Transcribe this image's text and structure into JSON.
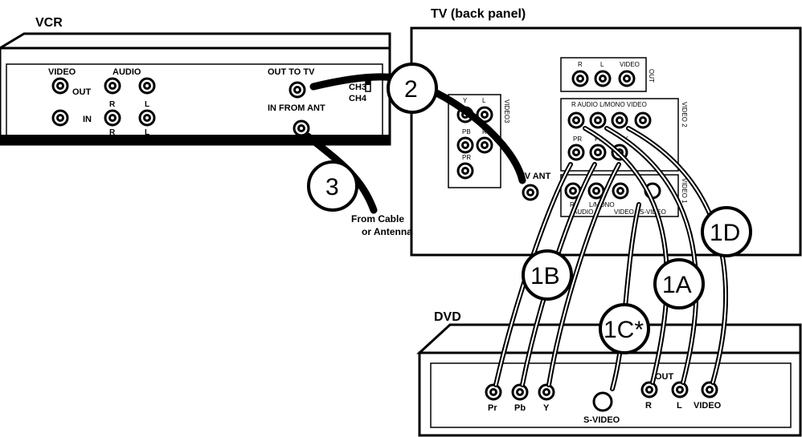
{
  "devices": {
    "vcr": {
      "title": "VCR",
      "video": "VIDEO",
      "audio": "AUDIO",
      "out": "OUT",
      "in": "IN",
      "r_top": "R",
      "l_top": "L",
      "r_bottom": "R",
      "l_bottom": "L",
      "out_to_tv": "OUT TO TV",
      "in_from_ant": "IN FROM ANT",
      "ch3": "CH3",
      "ch4": "CH4"
    },
    "tv": {
      "title": "TV (back panel)",
      "out_r": "R",
      "out_l": "L",
      "out_video": "VIDEO",
      "out_label": "OUT",
      "video3": "VIDEO3",
      "video2": "VIDEO 2",
      "video1": "VIDEO 1",
      "v2_header": "R AUDIO L/MONO VIDEO",
      "v3_y": "Y",
      "v3_l": "L",
      "v3_pb": "PB",
      "v3_r": "R",
      "v3_pr": "PR",
      "v2_pr": "PR",
      "v2_pb": "PB",
      "v2_y": "Y",
      "v1_r": "R",
      "v1_lmono": "L/MONO",
      "v1_audio": "AUDIO",
      "v1_video": "VIDEO",
      "v1_svideo": "S-VIDEO",
      "tv_ant": "TV ANT"
    },
    "dvd": {
      "title": "DVD",
      "pr": "Pr",
      "pb": "Pb",
      "y": "Y",
      "svideo": "S-VIDEO",
      "out": "OUT",
      "r": "R",
      "l": "L",
      "video": "VIDEO"
    }
  },
  "source_label": {
    "line1": "From Cable",
    "line2": "or Antenna"
  },
  "steps": {
    "s2": "2",
    "s3": "3",
    "s1a": "1A",
    "s1b": "1B",
    "s1c": "1C*",
    "s1d": "1D"
  }
}
